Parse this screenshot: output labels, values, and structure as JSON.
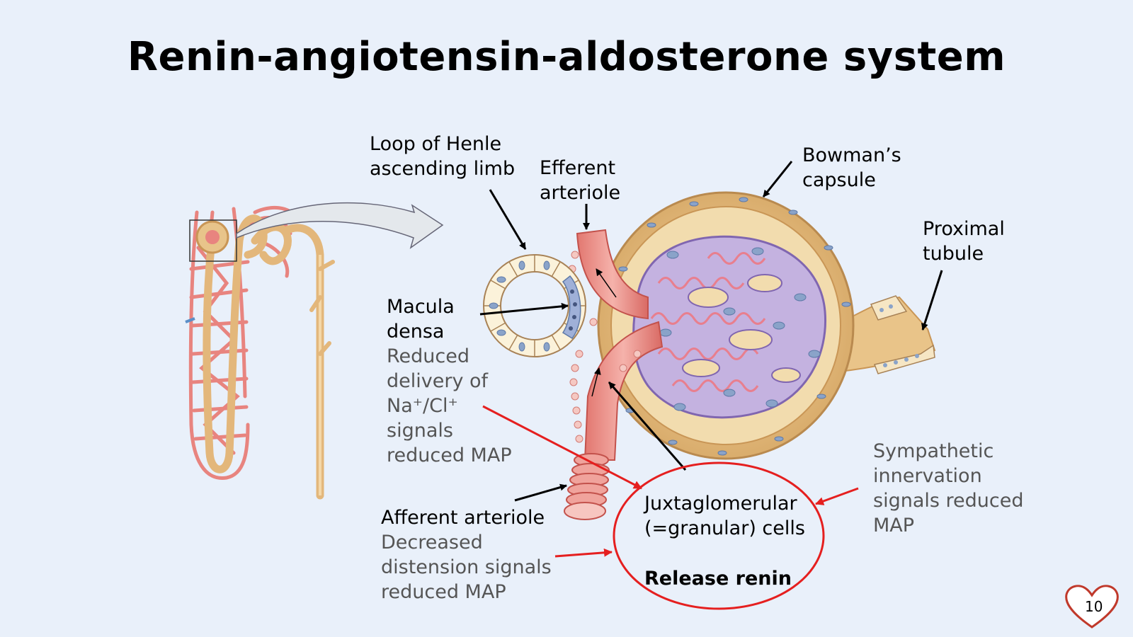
{
  "slide": {
    "title": "Renin-angiotensin-aldosterone system",
    "page_number": "10"
  },
  "labels": {
    "loop_henle": [
      "Loop of Henle",
      "ascending limb"
    ],
    "efferent": [
      "Efferent",
      "arteriole"
    ],
    "bowman": [
      "Bowman’s",
      "capsule"
    ],
    "proximal": [
      "Proximal",
      "tubule"
    ],
    "macula_title": [
      "Macula",
      "densa"
    ],
    "macula_desc": [
      "Reduced",
      "delivery of",
      "Na⁺/Cl⁺",
      "signals",
      "reduced MAP"
    ],
    "afferent_title": "Afferent arteriole",
    "afferent_desc": [
      "Decreased",
      "distension signals",
      "reduced MAP"
    ],
    "jg_cells": [
      "Juxtaglomerular",
      "(=granular) cells"
    ],
    "release": "Release renin",
    "sympathetic": [
      "Sympathetic",
      "innervation",
      "signals reduced",
      "MAP"
    ]
  },
  "colors": {
    "background": "#e9f0fa",
    "highlight_red": "#e51f1f",
    "arrow_black": "#000000",
    "desc_gray": "#555555",
    "vessel_pink": "#e8847f",
    "tubule_tan": "#e8c48a",
    "glomerulus_purple": "#b9a6d8",
    "heart_icon": "#c0392b"
  },
  "icons": {
    "page_badge": "heart-icon",
    "zoom_arrow": "curved-arrow-icon"
  }
}
